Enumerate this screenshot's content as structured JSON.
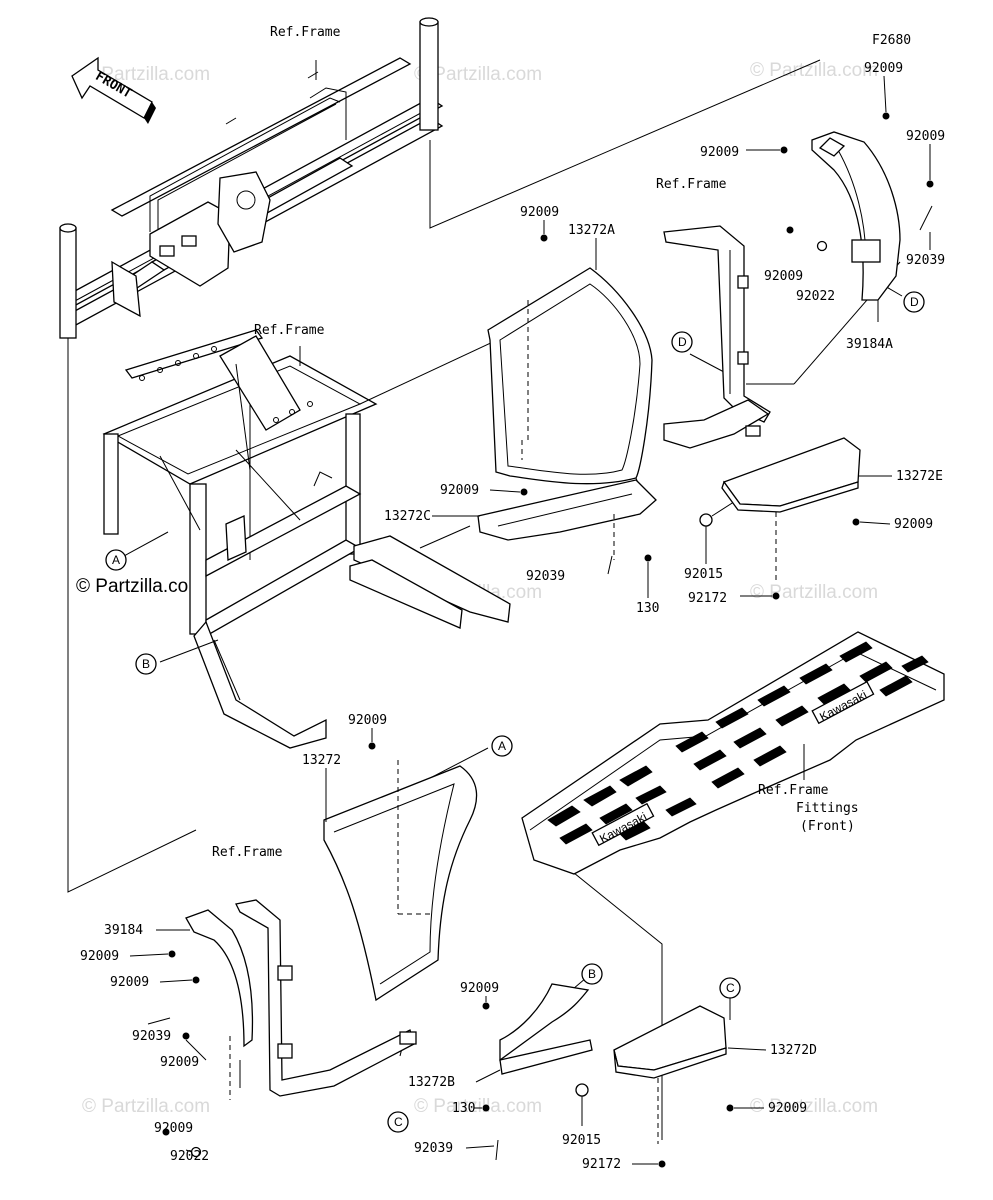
{
  "figure_code": "F2680",
  "watermark": {
    "text": "© Partzilla.com"
  },
  "front_arrow": "FRONT",
  "ref_labels": {
    "top": "Ref.Frame",
    "mid_left": "Ref.Frame",
    "right_upper": "Ref.Frame",
    "bottom_left": "Ref.Frame",
    "fittings_line1": "Ref.Frame",
    "fittings_line2": "Fittings",
    "fittings_line3": "(Front)"
  },
  "callouts": {
    "a_left": "A",
    "a_right": "A",
    "b_left": "B",
    "b_right": "B",
    "c_bottom": "C",
    "c_right": "C",
    "d_left": "D",
    "d_right": "D"
  },
  "mat_logo": "Kawasaki",
  "part_numbers": {
    "p92009_topright_1": "92009",
    "p92009_topright_2": "92009",
    "p92009_topright_3": "92009",
    "p92009_rightpanel": "92009",
    "p92022_rightpanel": "92022",
    "p92039_right": "92039",
    "p39184A": "39184A",
    "p92009_cover_top": "92009",
    "p13272A": "13272A",
    "p92009_cover_mid": "92009",
    "p13272C": "13272C",
    "p92039_mid": "92039",
    "p130_mid": "130",
    "p92015_mid": "92015",
    "p92172_mid": "92172",
    "p13272E": "13272E",
    "p92009_13272E": "92009",
    "p92009_13272": "92009",
    "p13272": "13272",
    "p39184": "39184",
    "p92009_left_1": "92009",
    "p92009_left_2": "92009",
    "p92039_left": "92039",
    "p92009_left_3": "92009",
    "p92009_left_4": "92009",
    "p92022_left": "92022",
    "p92009_13272B": "92009",
    "p13272B": "13272B",
    "p130_bottom": "130",
    "p92039_bottom": "92039",
    "p92015_bottom": "92015",
    "p92172_bottom": "92172",
    "p13272D": "13272D",
    "p92009_13272D": "92009"
  }
}
